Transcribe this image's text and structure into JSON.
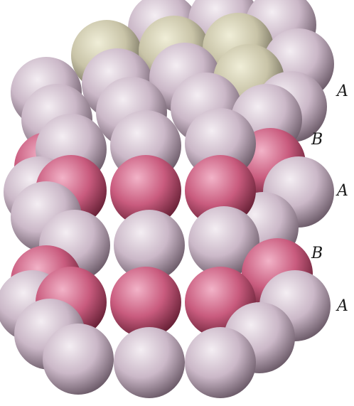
{
  "diagram": {
    "type": "sphere-packing",
    "stacking": [
      "A",
      "B",
      "A",
      "B",
      "A"
    ],
    "colors": {
      "A": "#d9c8d6",
      "B": "#c95b7e",
      "top_highlight": "#d8d4bd",
      "background": "#ffffff"
    }
  },
  "labels": [
    {
      "text": "A"
    },
    {
      "text": "B"
    },
    {
      "text": "A"
    },
    {
      "text": "B"
    },
    {
      "text": "A"
    }
  ]
}
